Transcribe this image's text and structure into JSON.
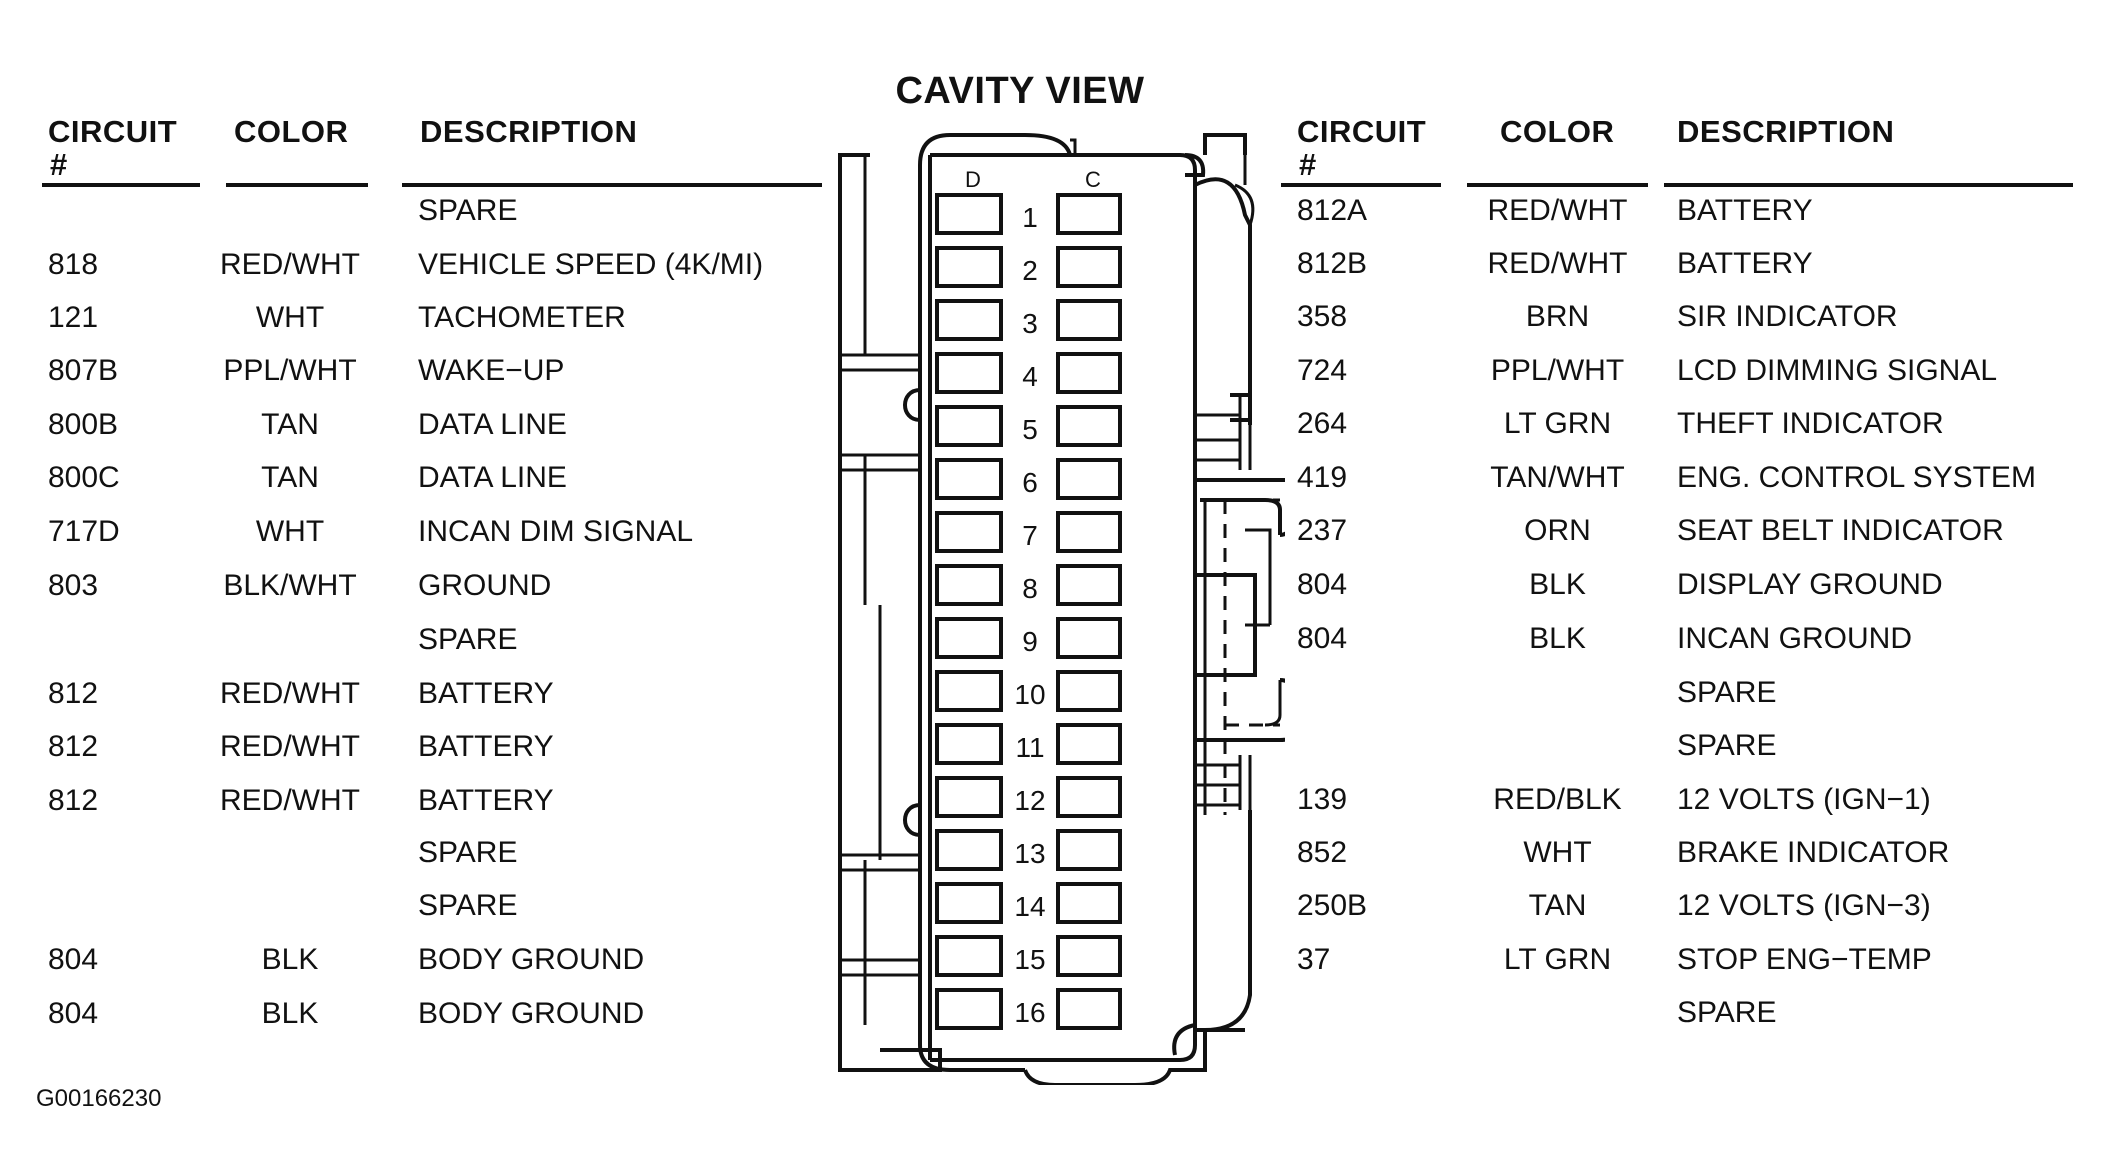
{
  "title": "CAVITY VIEW",
  "figure_id": "G00166230",
  "headers": {
    "circuit": "CIRCUIT",
    "hash": "#",
    "color": "COLOR",
    "description": "DESCRIPTION"
  },
  "connector": {
    "column_d": "D",
    "column_c": "C",
    "cavities": [
      "1",
      "2",
      "3",
      "4",
      "5",
      "6",
      "7",
      "8",
      "9",
      "10",
      "11",
      "12",
      "13",
      "14",
      "15",
      "16"
    ]
  },
  "left_rows": [
    {
      "circuit": "",
      "color": "",
      "description": "SPARE"
    },
    {
      "circuit": "818",
      "color": "RED/WHT",
      "description": "VEHICLE SPEED (4K/MI)"
    },
    {
      "circuit": "121",
      "color": "WHT",
      "description": "TACHOMETER"
    },
    {
      "circuit": "807B",
      "color": "PPL/WHT",
      "description": "WAKE−UP"
    },
    {
      "circuit": "800B",
      "color": "TAN",
      "description": "DATA LINE"
    },
    {
      "circuit": "800C",
      "color": "TAN",
      "description": "DATA LINE"
    },
    {
      "circuit": "717D",
      "color": "WHT",
      "description": "INCAN DIM SIGNAL"
    },
    {
      "circuit": "803",
      "color": "BLK/WHT",
      "description": "GROUND"
    },
    {
      "circuit": "",
      "color": "",
      "description": "SPARE"
    },
    {
      "circuit": "812",
      "color": "RED/WHT",
      "description": "BATTERY"
    },
    {
      "circuit": "812",
      "color": "RED/WHT",
      "description": "BATTERY"
    },
    {
      "circuit": "812",
      "color": "RED/WHT",
      "description": "BATTERY"
    },
    {
      "circuit": "",
      "color": "",
      "description": "SPARE"
    },
    {
      "circuit": "",
      "color": "",
      "description": "SPARE"
    },
    {
      "circuit": "804",
      "color": "BLK",
      "description": "BODY GROUND"
    },
    {
      "circuit": "804",
      "color": "BLK",
      "description": "BODY GROUND"
    }
  ],
  "right_rows": [
    {
      "circuit": "812A",
      "color": "RED/WHT",
      "description": "BATTERY"
    },
    {
      "circuit": "812B",
      "color": "RED/WHT",
      "description": "BATTERY"
    },
    {
      "circuit": "358",
      "color": "BRN",
      "description": "SIR INDICATOR"
    },
    {
      "circuit": "724",
      "color": "PPL/WHT",
      "description": "LCD DIMMING SIGNAL"
    },
    {
      "circuit": "264",
      "color": "LT GRN",
      "description": "THEFT INDICATOR"
    },
    {
      "circuit": "419",
      "color": "TAN/WHT",
      "description": "ENG. CONTROL SYSTEM"
    },
    {
      "circuit": "237",
      "color": "ORN",
      "description": "SEAT BELT INDICATOR"
    },
    {
      "circuit": "804",
      "color": "BLK",
      "description": "DISPLAY GROUND"
    },
    {
      "circuit": "804",
      "color": "BLK",
      "description": "INCAN GROUND"
    },
    {
      "circuit": "",
      "color": "",
      "description": "SPARE"
    },
    {
      "circuit": "",
      "color": "",
      "description": "SPARE"
    },
    {
      "circuit": "139",
      "color": "RED/BLK",
      "description": "12 VOLTS (IGN−1)"
    },
    {
      "circuit": "852",
      "color": "WHT",
      "description": "BRAKE INDICATOR"
    },
    {
      "circuit": "250B",
      "color": "TAN",
      "description": "12 VOLTS (IGN−3)"
    },
    {
      "circuit": "37",
      "color": "LT GRN",
      "description": "STOP ENG−TEMP"
    },
    {
      "circuit": "",
      "color": "",
      "description": "SPARE"
    }
  ]
}
